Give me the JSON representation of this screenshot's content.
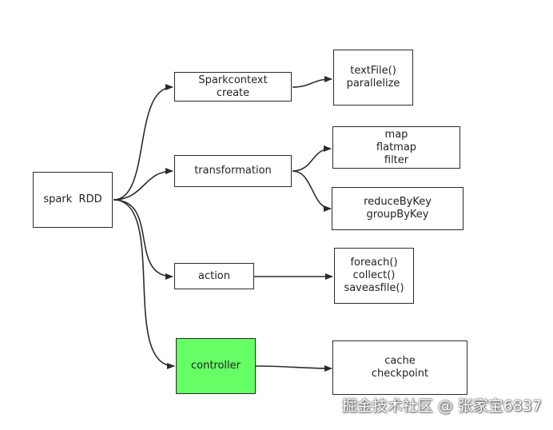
{
  "nodes": {
    "root": [
      "spark  RDD"
    ],
    "sparkcontext": [
      "Sparkcontext",
      "create"
    ],
    "transformation": [
      "transformation"
    ],
    "action": [
      "action"
    ],
    "controller": [
      "controller"
    ],
    "create_methods": [
      "textFile()",
      "parallelize"
    ],
    "narrow_ops": [
      "map",
      "flatmap",
      "filter"
    ],
    "wide_ops": [
      "reduceByKey",
      "groupByKey"
    ],
    "action_ops": [
      "foreach()",
      "collect()",
      "saveasfile()"
    ],
    "persist_ops": [
      "cache",
      "checkpoint"
    ]
  },
  "colors": {
    "controller_fill": "#66ff66",
    "stroke": "#2b2b2b"
  },
  "watermark": "掘金技术社区 @ 张家宝6837"
}
